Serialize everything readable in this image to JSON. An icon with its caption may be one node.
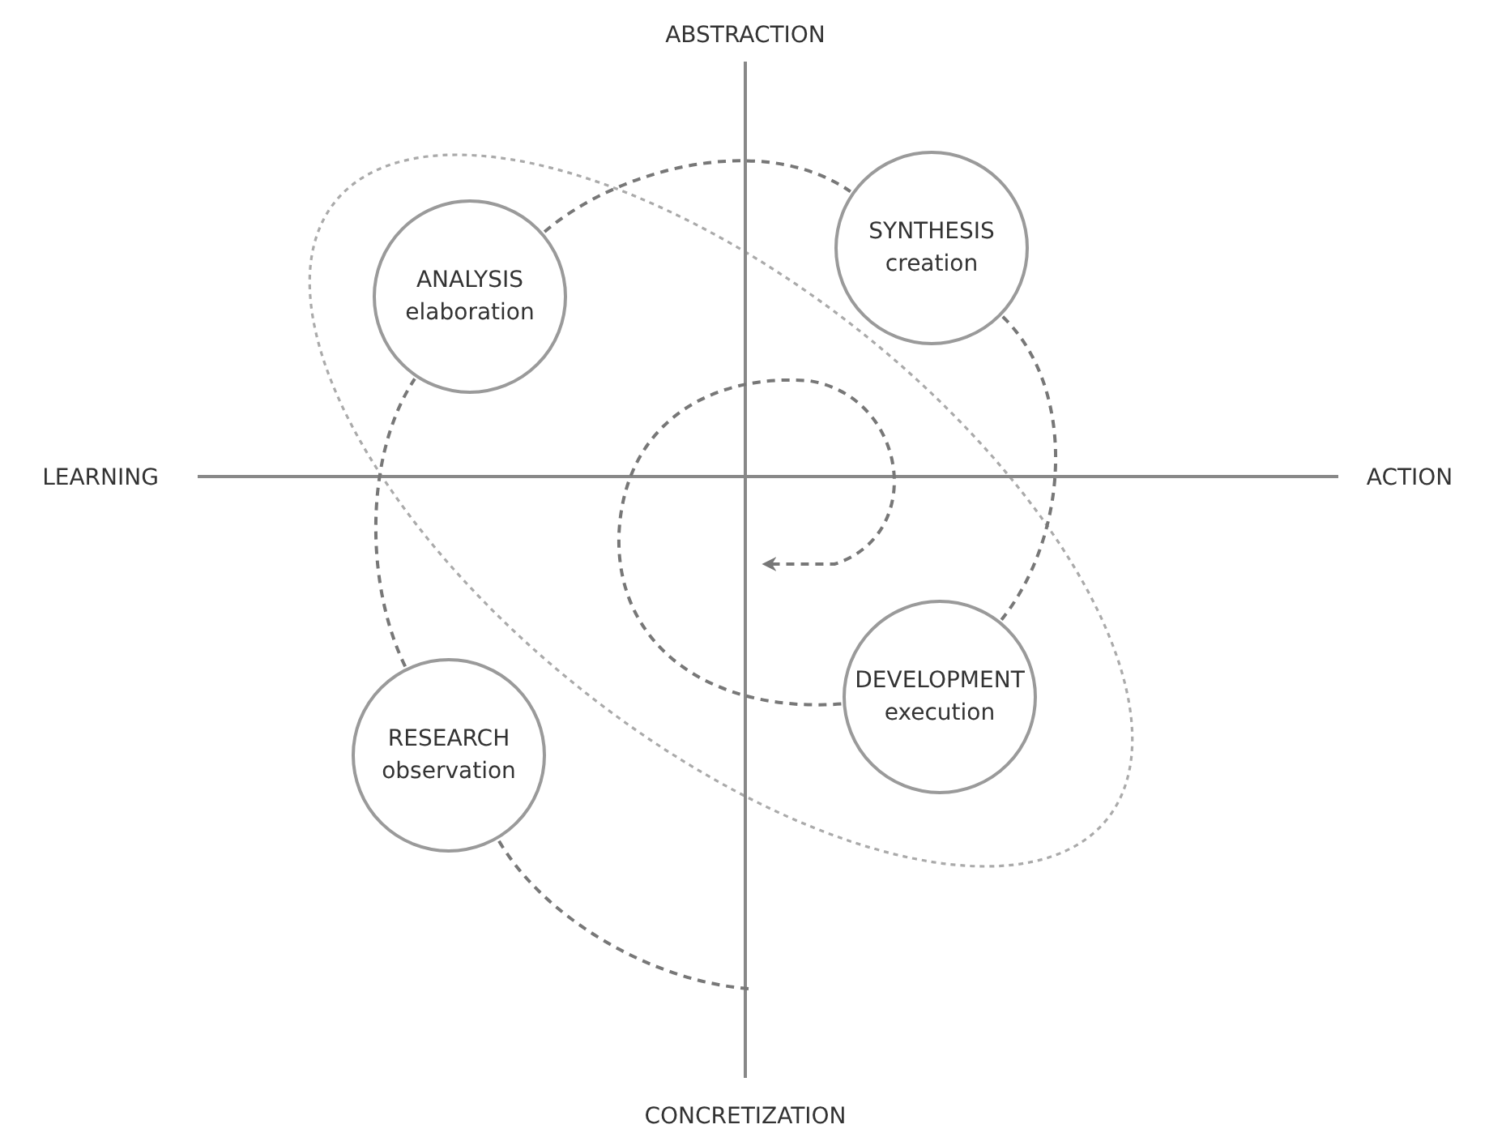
{
  "diagram": {
    "nodes": [
      {
        "text": [
          "SYNTHESIS",
          "creation"
        ]
      },
      {
        "text": [
          "ANALYSIS",
          "elaboration"
        ]
      },
      {
        "text": [
          "DEVELOPMENT",
          "execution"
        ]
      },
      {
        "text": [
          "RESEARCH",
          "observation"
        ]
      }
    ],
    "edges": [
      {
        "from": null,
        "to": 3,
        "arrow": "none",
        "style": "dashed"
      },
      {
        "from": 3,
        "to": 1,
        "arrow": "none",
        "style": "dashed"
      },
      {
        "from": 1,
        "to": 0,
        "arrow": "none",
        "style": "dashed"
      },
      {
        "from": 0,
        "to": 2,
        "arrow": "none",
        "style": "dashed"
      },
      {
        "from": 2,
        "to": null,
        "arrow": "to",
        "style": "dashed"
      }
    ],
    "labels": [
      "ABSTRACTION",
      "LEARNING",
      "ACTION",
      "CONCRETIZATION"
    ]
  }
}
